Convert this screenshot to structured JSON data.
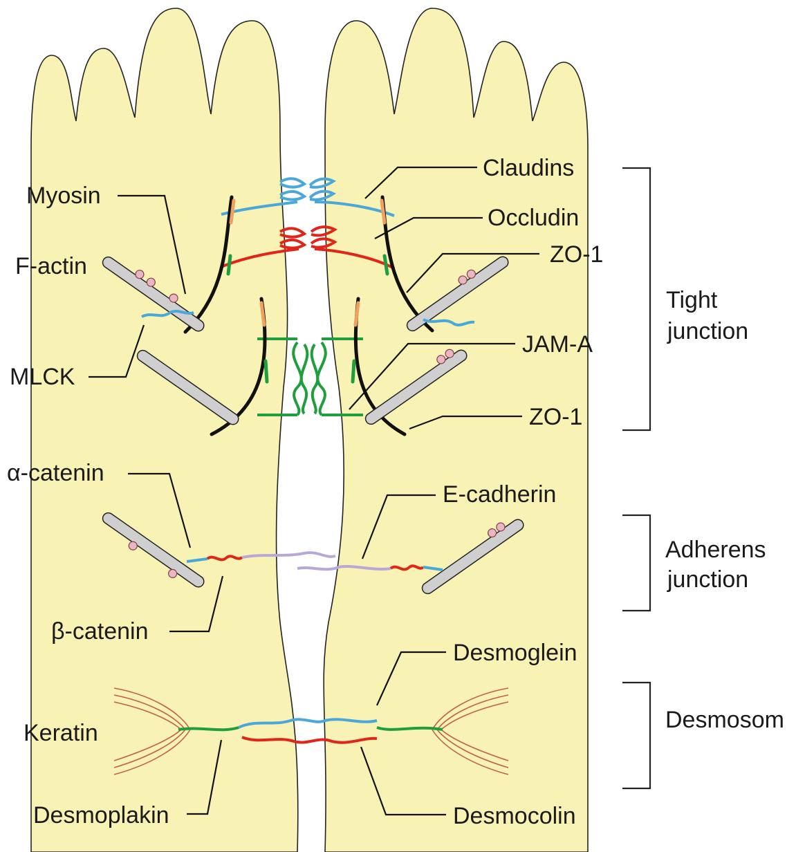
{
  "labels": {
    "claudins": "Claudins",
    "myosin": "Myosin",
    "occludin": "Occludin",
    "zo1_top": "ZO-1",
    "f_actin": "F-actin",
    "jam_a": "JAM-A",
    "mlck": "MLCK",
    "zo1_bottom": "ZO-1",
    "alpha_catenin": "α-catenin",
    "e_cadherin": "E-cadherin",
    "beta_catenin": "β-catenin",
    "desmoglein": "Desmoglein",
    "keratin": "Keratin",
    "desmoplakin": "Desmoplakin",
    "desmocolin": "Desmocolin"
  },
  "groups": {
    "tight_junction": [
      "Tight",
      "junction"
    ],
    "adherens_junction": [
      "Adherens",
      "junction"
    ],
    "desmosome": "Desmosom"
  },
  "colors": {
    "cytoplasm": "#f8f2b4",
    "claudin": "#4aa8d8",
    "occludin": "#e0251b",
    "jam_a": "#1e9e3c",
    "zo1_tail": "#111111",
    "zo1_segment": "#f0a060",
    "e_cadherin": "#b8a8d8",
    "catenin": "#e0251b",
    "keratin": "#c0604a",
    "desmoglein": "#4aa8d8",
    "desmocolin": "#e0251b",
    "desmoplakin": "#1e9e3c"
  }
}
